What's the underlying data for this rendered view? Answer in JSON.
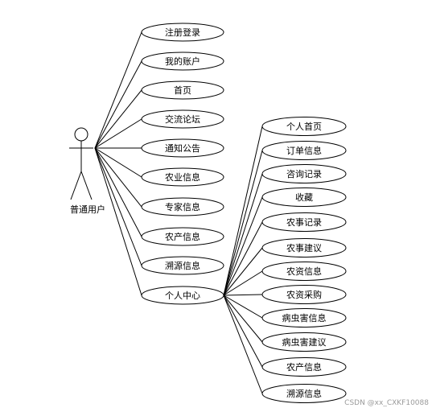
{
  "actor": {
    "label": "普通用户"
  },
  "primary_use_cases": [
    {
      "id": "uc-register-login",
      "label": "注册登录"
    },
    {
      "id": "uc-my-account",
      "label": "我的账户"
    },
    {
      "id": "uc-home",
      "label": "首页"
    },
    {
      "id": "uc-forum",
      "label": "交流论坛"
    },
    {
      "id": "uc-notice",
      "label": "通知公告"
    },
    {
      "id": "uc-agri-info",
      "label": "农业信息"
    },
    {
      "id": "uc-expert-info",
      "label": "专家信息"
    },
    {
      "id": "uc-product-info",
      "label": "农产信息"
    },
    {
      "id": "uc-trace-info",
      "label": "溯源信息"
    },
    {
      "id": "uc-personal-center",
      "label": "个人中心"
    }
  ],
  "personal_center_use_cases": [
    {
      "id": "uc-personal-home",
      "label": "个人首页"
    },
    {
      "id": "uc-order-info",
      "label": "订单信息"
    },
    {
      "id": "uc-consult-record",
      "label": "咨询记录"
    },
    {
      "id": "uc-favorites",
      "label": "收藏"
    },
    {
      "id": "uc-farm-record",
      "label": "农事记录"
    },
    {
      "id": "uc-farm-advice",
      "label": "农事建议"
    },
    {
      "id": "uc-supply-info",
      "label": "农资信息"
    },
    {
      "id": "uc-supply-purchase",
      "label": "农资采购"
    },
    {
      "id": "uc-pest-info",
      "label": "病虫害信息"
    },
    {
      "id": "uc-pest-advice",
      "label": "病虫害建议"
    },
    {
      "id": "uc-sub-product-info",
      "label": "农产信息"
    },
    {
      "id": "uc-sub-trace-info",
      "label": "溯源信息"
    }
  ],
  "watermark": "CSDN @xx_CXKF10088"
}
